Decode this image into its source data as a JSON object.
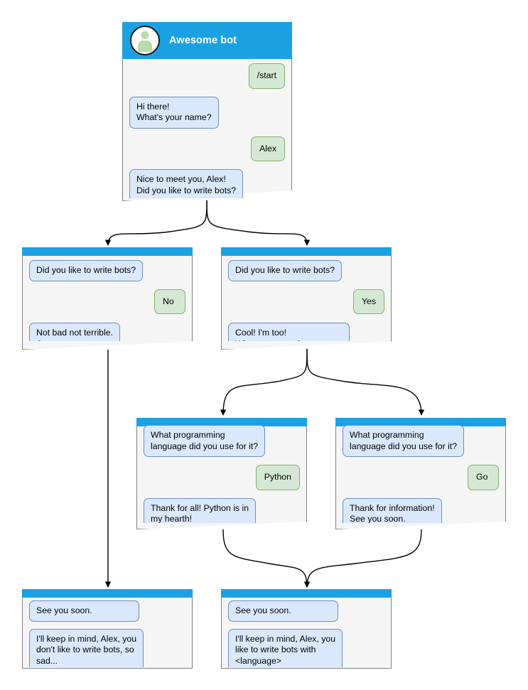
{
  "diagram": {
    "title": "Awesome bot",
    "type": "chatbot-conversation-flow",
    "colors": {
      "header": "#1ba1e2",
      "card_background": "#f5f5f5",
      "card_border": "#808080",
      "bot_bubble_fill": "#dae8fc",
      "bot_bubble_border": "#6c8ebf",
      "user_bubble_fill": "#d5e8d4",
      "user_bubble_border": "#82b366",
      "connector": "#000000",
      "page_background": "#ffffff"
    }
  },
  "nodes": [
    {
      "id": "start",
      "header_title": "Awesome bot",
      "has_avatar": true,
      "avatar_name": "bot-avatar",
      "messages": [
        {
          "from": "user",
          "text": "/start"
        },
        {
          "from": "bot",
          "text": "Hi there!\nWhat's your name?"
        },
        {
          "from": "user",
          "text": "Alex"
        },
        {
          "from": "bot",
          "text": "Nice to meet you, Alex!\nDid you like to write bots?"
        }
      ]
    },
    {
      "id": "answer-no",
      "messages": [
        {
          "from": "bot",
          "text": "Did you like to write bots?"
        },
        {
          "from": "user",
          "text": "No"
        },
        {
          "from": "bot",
          "text": "Not bad not terrible.\nSee you soon."
        }
      ]
    },
    {
      "id": "answer-yes",
      "messages": [
        {
          "from": "bot",
          "text": "Did you like to write bots?"
        },
        {
          "from": "user",
          "text": "Yes"
        },
        {
          "from": "bot",
          "text": "Cool! I'm too!\nWhat programming\nlanguage did you use for it?"
        }
      ]
    },
    {
      "id": "language-python",
      "messages": [
        {
          "from": "bot",
          "text": "What programming\nlanguage did you use for it?"
        },
        {
          "from": "user",
          "text": "Python"
        },
        {
          "from": "bot",
          "text": "Thank for all! Python is in\nmy hearth!\nSee you soon."
        }
      ]
    },
    {
      "id": "language-go",
      "messages": [
        {
          "from": "bot",
          "text": "What programming\nlanguage did you use for it?"
        },
        {
          "from": "user",
          "text": "Go"
        },
        {
          "from": "bot",
          "text": "Thank for information!\nSee you soon."
        }
      ]
    },
    {
      "id": "end-sad",
      "messages": [
        {
          "from": "bot",
          "text": "See you soon."
        },
        {
          "from": "bot",
          "text": "I'll keep in mind, Alex, you\ndon't like to write bots, so\nsad..."
        }
      ]
    },
    {
      "id": "end-happy",
      "messages": [
        {
          "from": "bot",
          "text": "See you soon."
        },
        {
          "from": "bot",
          "text": "I'll keep in mind, Alex, you\nlike to write bots with\n<language>"
        }
      ]
    }
  ],
  "edges": [
    {
      "from": "start",
      "to": "answer-no"
    },
    {
      "from": "start",
      "to": "answer-yes"
    },
    {
      "from": "answer-yes",
      "to": "language-python"
    },
    {
      "from": "answer-yes",
      "to": "language-go"
    },
    {
      "from": "answer-no",
      "to": "end-sad"
    },
    {
      "from": "language-python",
      "to": "end-happy"
    },
    {
      "from": "language-go",
      "to": "end-happy"
    }
  ]
}
